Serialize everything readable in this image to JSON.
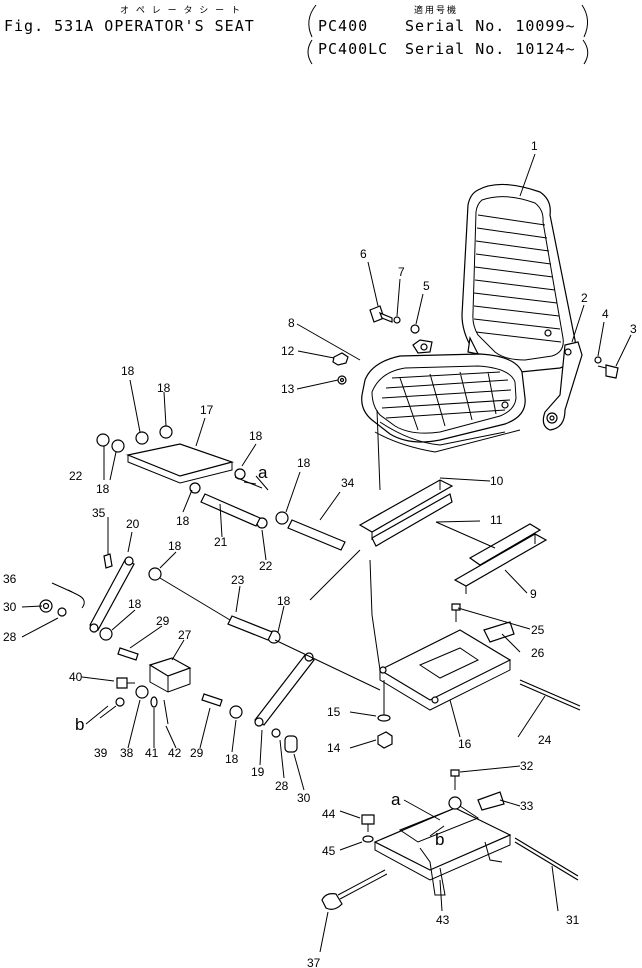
{
  "header": {
    "kana_title": "オ ペ レ ー タ シ ー ト",
    "kana_applicability": "適用号機",
    "title": "Fig. 531A OPERATOR'S SEAT",
    "model1": "PC400",
    "serial1": "Serial No. 10099~",
    "model2": "PC400LC",
    "serial2": "Serial No. 10124~"
  },
  "callouts": [
    "1",
    "2",
    "3",
    "4",
    "5",
    "6",
    "7",
    "8",
    "9",
    "10",
    "11",
    "12",
    "13",
    "14",
    "15",
    "16",
    "17",
    "18",
    "19",
    "20",
    "21",
    "22",
    "23",
    "24",
    "25",
    "26",
    "27",
    "28",
    "29",
    "30",
    "31",
    "32",
    "33",
    "34",
    "35",
    "36",
    "37",
    "38",
    "39",
    "40",
    "41",
    "42",
    "43",
    "44",
    "45"
  ],
  "letters": {
    "a": "a",
    "b": "b"
  }
}
